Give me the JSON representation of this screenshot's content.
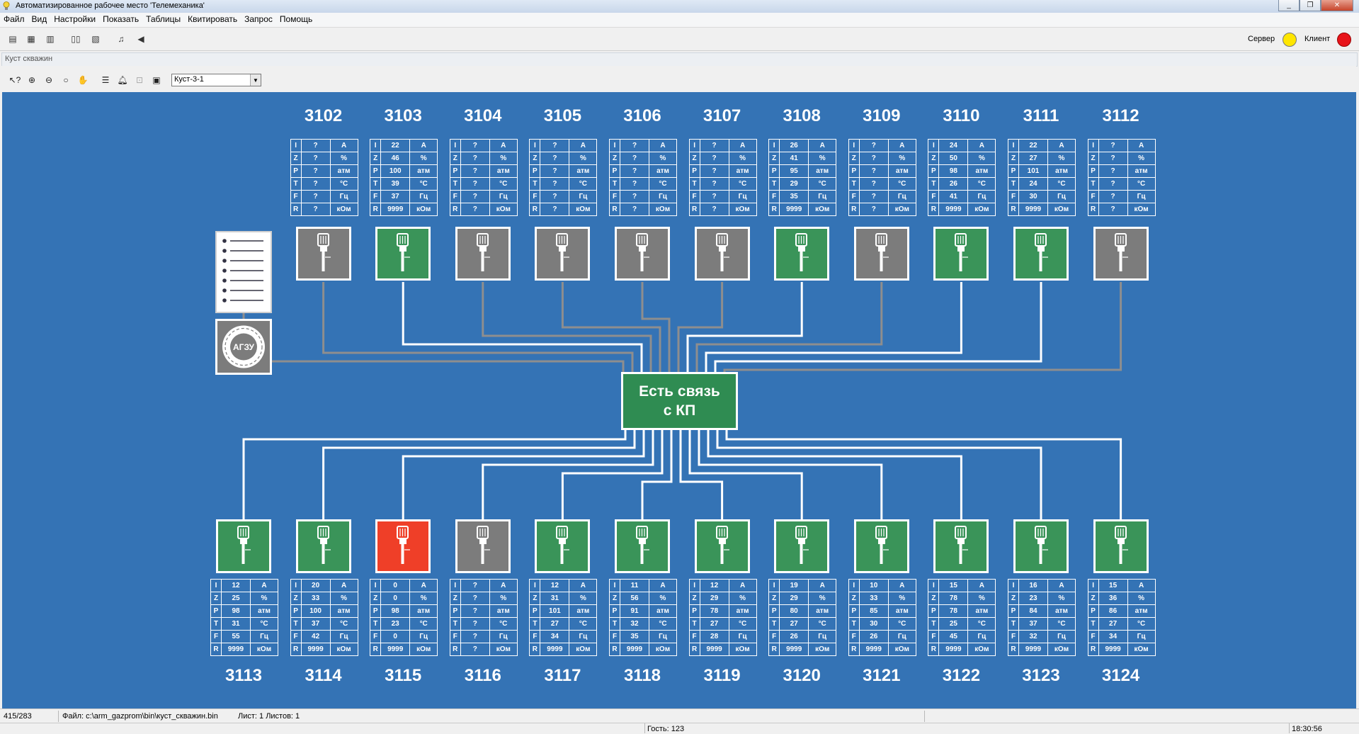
{
  "window": {
    "title": "Автоматизированное рабочее место 'Телемеханика'"
  },
  "menu": [
    "Файл",
    "Вид",
    "Настройки",
    "Показать",
    "Таблицы",
    "Квитировать",
    "Запрос",
    "Помощь"
  ],
  "status_indicators": {
    "server_label": "Сервер",
    "server_color": "#ffe600",
    "client_label": "Клиент",
    "client_color": "#e8141a"
  },
  "panel": {
    "title": "Куст скважин",
    "combo_value": "Куст-3-1"
  },
  "center_block": {
    "line1": "Есть связь",
    "line2": "с КП",
    "color": "#2f8c52"
  },
  "agzu": {
    "label": "АГЗУ"
  },
  "param_keys": [
    "I",
    "Z",
    "P",
    "T",
    "F",
    "R"
  ],
  "param_units": [
    "A",
    "%",
    "атм",
    "°C",
    "Гц",
    "кОм"
  ],
  "state_colors": {
    "green": "#3a9459",
    "gray": "#7c7c7c",
    "red": "#ef3f28"
  },
  "top_wells": [
    {
      "id": "3102",
      "state": "gray",
      "values": [
        "?",
        "?",
        "?",
        "?",
        "?",
        "?"
      ]
    },
    {
      "id": "3103",
      "state": "green",
      "values": [
        "22",
        "46",
        "100",
        "39",
        "37",
        "9999"
      ]
    },
    {
      "id": "3104",
      "state": "gray",
      "values": [
        "?",
        "?",
        "?",
        "?",
        "?",
        "?"
      ]
    },
    {
      "id": "3105",
      "state": "gray",
      "values": [
        "?",
        "?",
        "?",
        "?",
        "?",
        "?"
      ]
    },
    {
      "id": "3106",
      "state": "gray",
      "values": [
        "?",
        "?",
        "?",
        "?",
        "?",
        "?"
      ]
    },
    {
      "id": "3107",
      "state": "gray",
      "values": [
        "?",
        "?",
        "?",
        "?",
        "?",
        "?"
      ]
    },
    {
      "id": "3108",
      "state": "green",
      "values": [
        "26",
        "41",
        "95",
        "29",
        "35",
        "9999"
      ]
    },
    {
      "id": "3109",
      "state": "gray",
      "values": [
        "?",
        "?",
        "?",
        "?",
        "?",
        "?"
      ]
    },
    {
      "id": "3110",
      "state": "green",
      "values": [
        "24",
        "50",
        "98",
        "26",
        "41",
        "9999"
      ]
    },
    {
      "id": "3111",
      "state": "green",
      "values": [
        "22",
        "27",
        "101",
        "24",
        "30",
        "9999"
      ]
    },
    {
      "id": "3112",
      "state": "gray",
      "values": [
        "?",
        "?",
        "?",
        "?",
        "?",
        "?"
      ]
    }
  ],
  "bottom_wells": [
    {
      "id": "3113",
      "state": "green",
      "values": [
        "12",
        "25",
        "98",
        "31",
        "55",
        "9999"
      ]
    },
    {
      "id": "3114",
      "state": "green",
      "values": [
        "20",
        "33",
        "100",
        "37",
        "42",
        "9999"
      ]
    },
    {
      "id": "3115",
      "state": "red",
      "values": [
        "0",
        "0",
        "98",
        "23",
        "0",
        "9999"
      ]
    },
    {
      "id": "3116",
      "state": "gray",
      "values": [
        "?",
        "?",
        "?",
        "?",
        "?",
        "?"
      ]
    },
    {
      "id": "3117",
      "state": "green",
      "values": [
        "12",
        "31",
        "101",
        "27",
        "34",
        "9999"
      ]
    },
    {
      "id": "3118",
      "state": "green",
      "values": [
        "11",
        "56",
        "91",
        "32",
        "35",
        "9999"
      ]
    },
    {
      "id": "3119",
      "state": "green",
      "values": [
        "12",
        "29",
        "78",
        "27",
        "28",
        "9999"
      ]
    },
    {
      "id": "3120",
      "state": "green",
      "values": [
        "19",
        "29",
        "80",
        "27",
        "26",
        "9999"
      ]
    },
    {
      "id": "3121",
      "state": "green",
      "values": [
        "10",
        "33",
        "85",
        "30",
        "26",
        "9999"
      ]
    },
    {
      "id": "3122",
      "state": "green",
      "values": [
        "15",
        "78",
        "78",
        "25",
        "45",
        "9999"
      ]
    },
    {
      "id": "3123",
      "state": "green",
      "values": [
        "16",
        "23",
        "84",
        "37",
        "32",
        "9999"
      ]
    },
    {
      "id": "3124",
      "state": "green",
      "values": [
        "15",
        "36",
        "86",
        "27",
        "34",
        "9999"
      ]
    }
  ],
  "statusbar": {
    "coords": "415/283",
    "file": "Файл: c:\\arm_gazprom\\bin\\куст_скважин.bin",
    "sheet": "Лист: 1  Листов: 1"
  },
  "bottombar": {
    "guest": "Гость: 123",
    "time": "18:30:56"
  }
}
